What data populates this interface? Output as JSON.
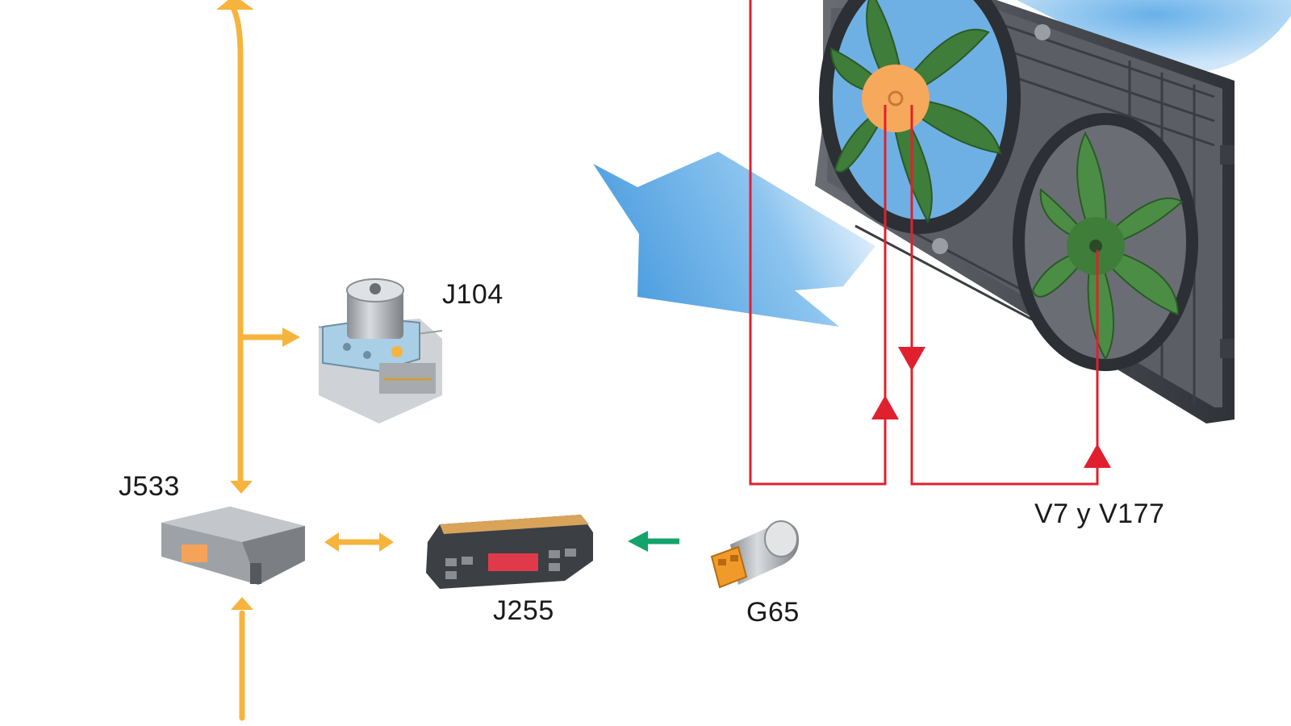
{
  "labels": {
    "j104": "J104",
    "j533": "J533",
    "j255": "J255",
    "g65": "G65",
    "fans": "V7 y V177"
  },
  "colors": {
    "can_bus": "#f6b43d",
    "signal_in": "#13a36b",
    "fan_wiring": "#e0202f",
    "airflow": "#5aa7e3",
    "fan_blades": "#3f7d3a",
    "fan_hub": "#f6a95a",
    "shroud": "#4a4d52"
  },
  "icons": {
    "abs_unit": "abs-control-unit-icon",
    "gateway": "gateway-module-icon",
    "climate_panel": "climate-control-panel-icon",
    "pressure_sensor": "pressure-sensor-icon",
    "radiator_fans": "radiator-fan-assembly-icon",
    "airflow": "airflow-arrow-icon"
  }
}
